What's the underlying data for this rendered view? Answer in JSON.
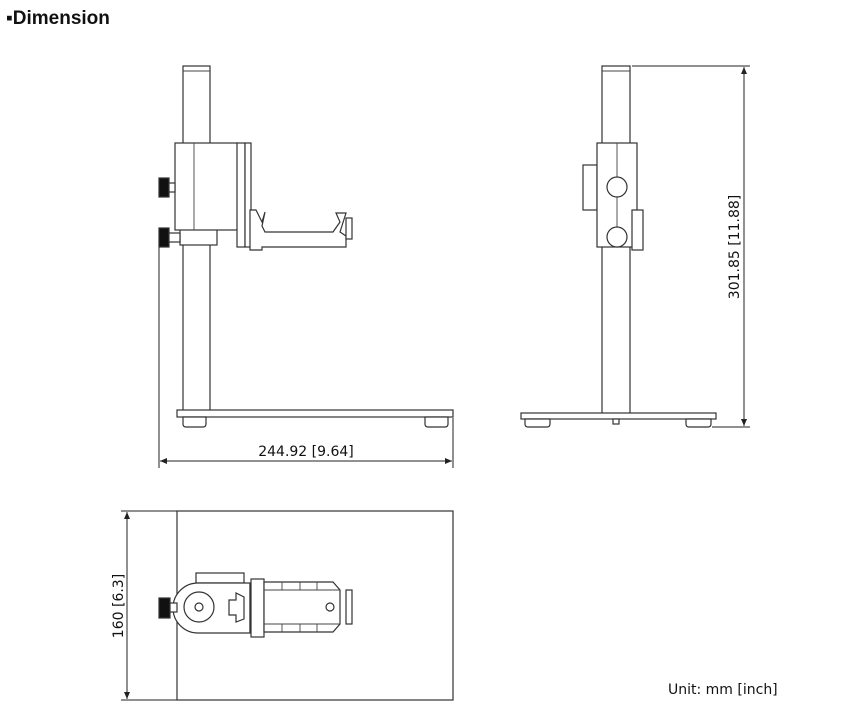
{
  "header": {
    "bullet": "▪",
    "title": "Dimension"
  },
  "dimensions": {
    "width": "244.92  [9.64]",
    "height": "301.85  [11.88]",
    "depth": "160  [6.3]"
  },
  "unit_note": "Unit: mm [inch]"
}
